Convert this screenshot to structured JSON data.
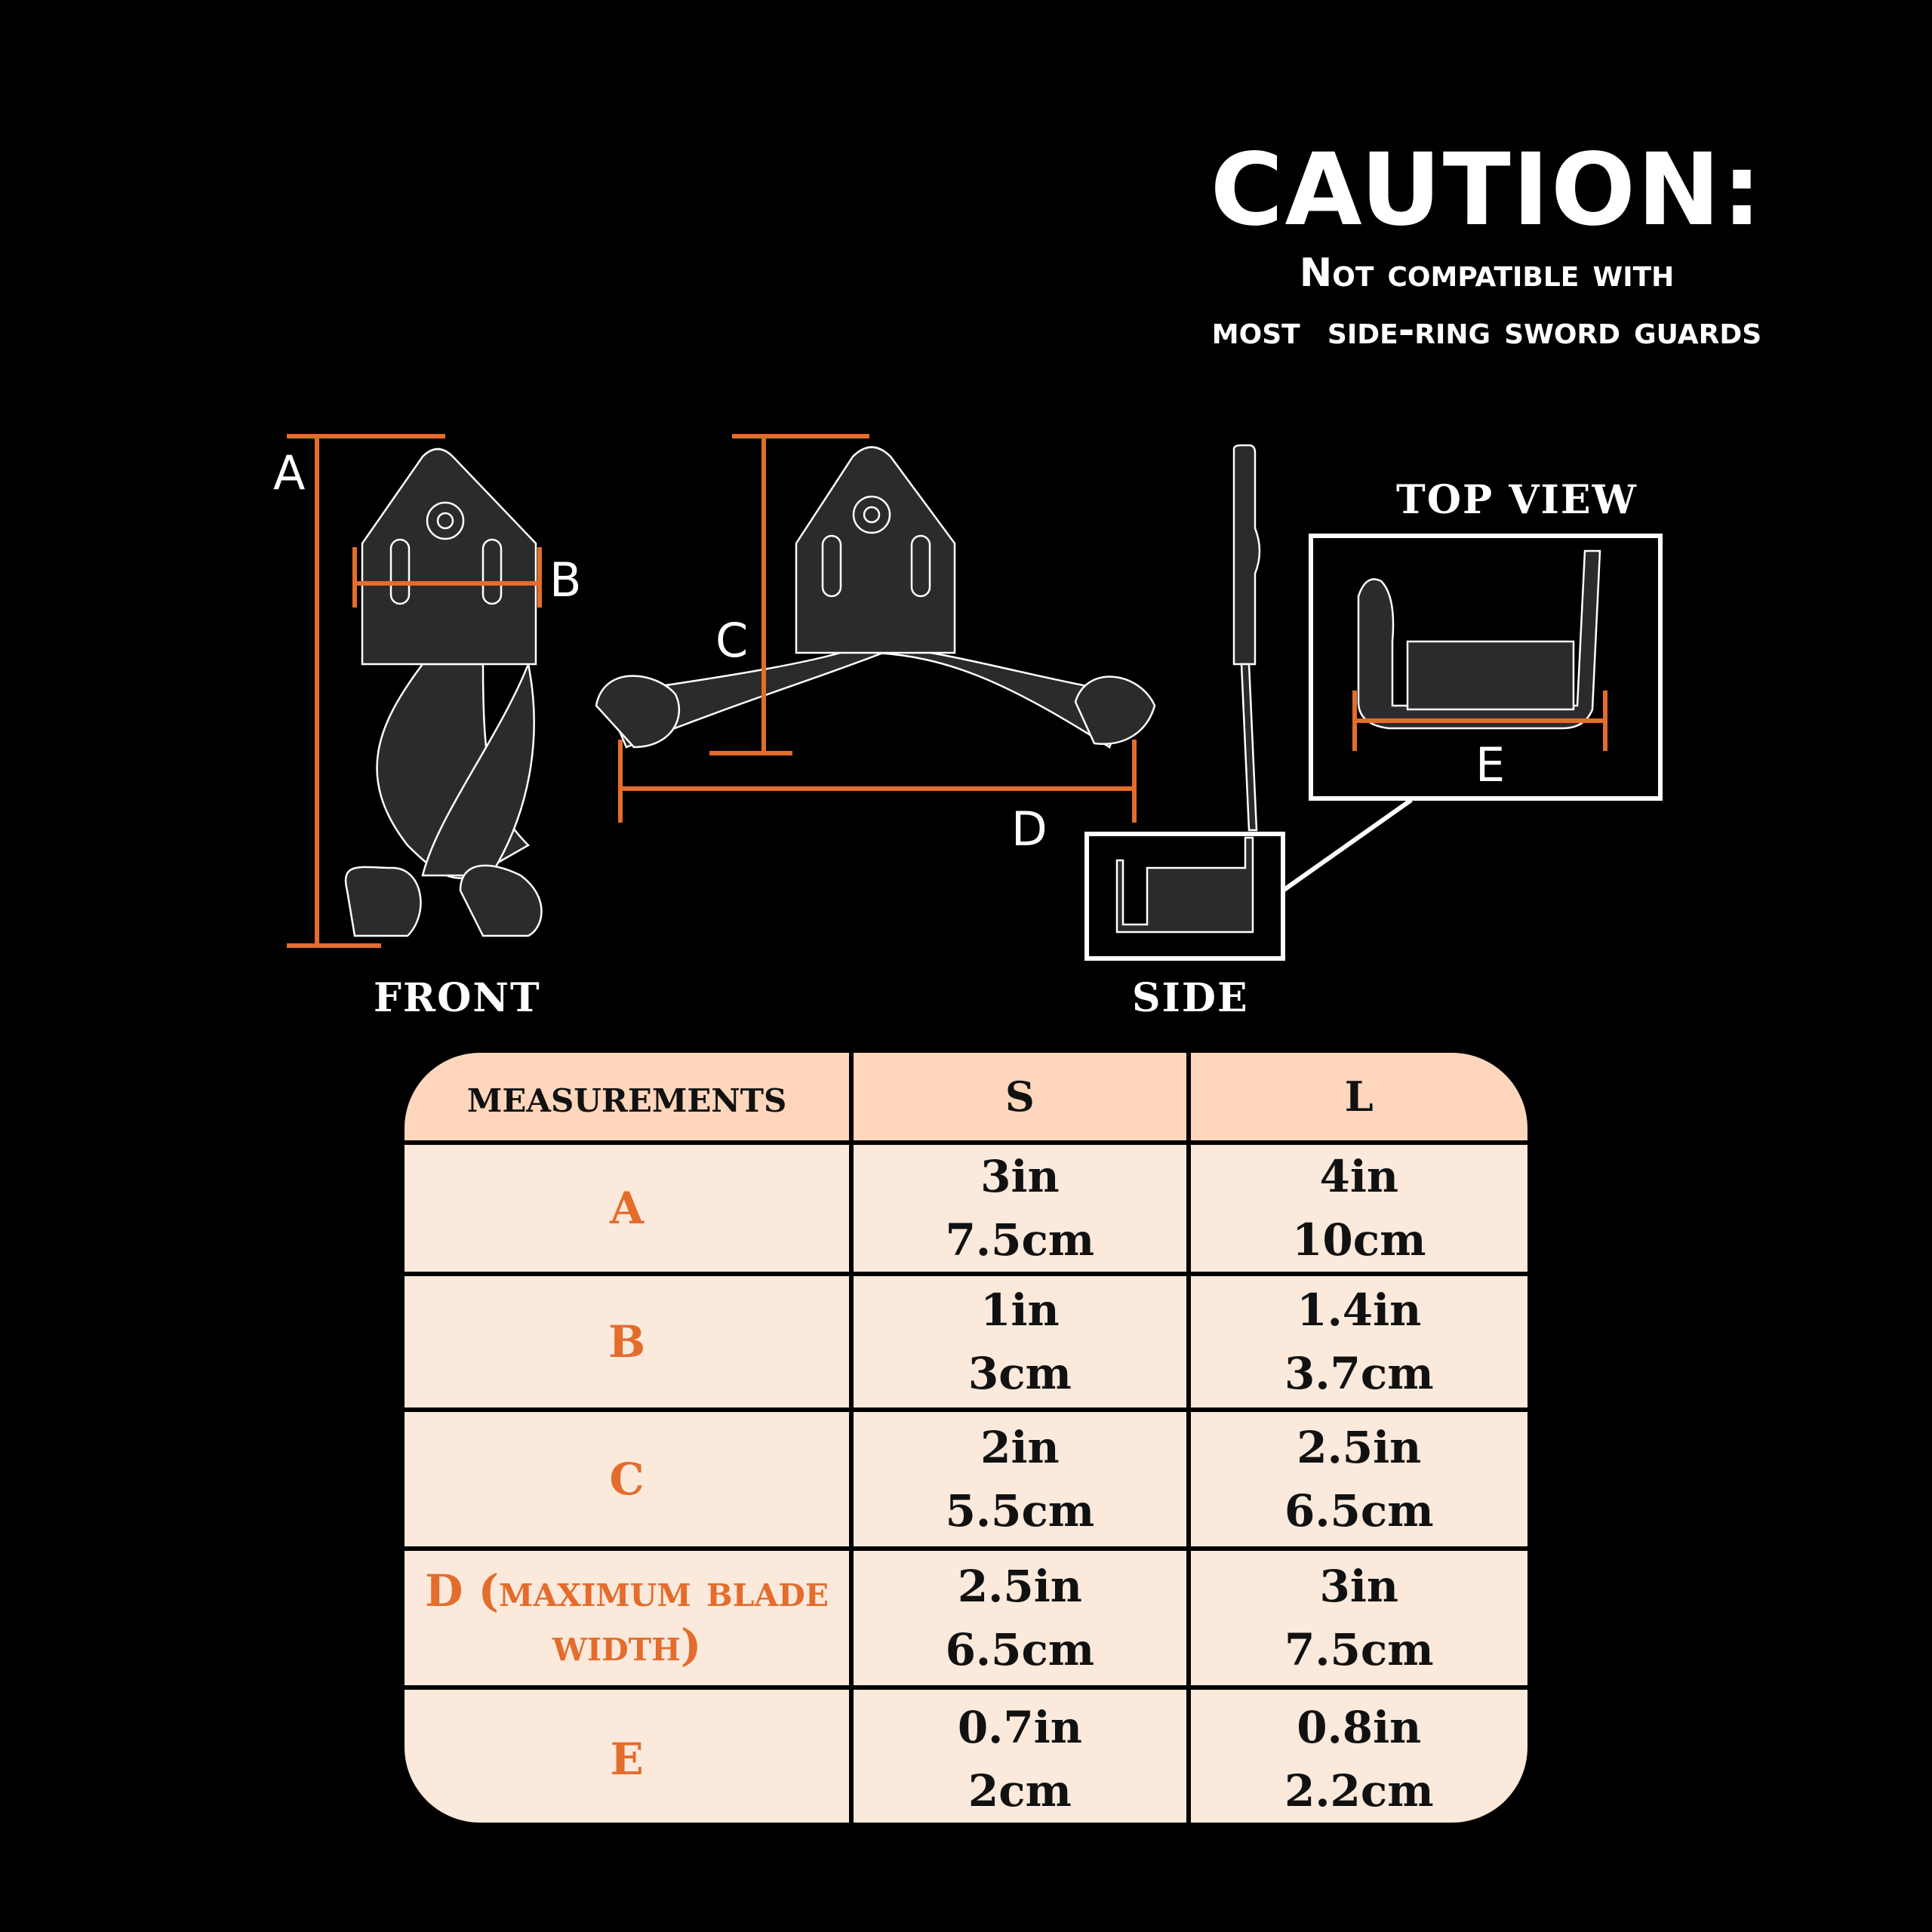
{
  "caution": {
    "title": "CAUTION:",
    "line1": "Not compatible with",
    "line2": "most  side-ring sword guards"
  },
  "diagram": {
    "labels": {
      "a": "A",
      "b": "B",
      "c": "C",
      "d": "D",
      "e": "E"
    },
    "views": {
      "front": "FRONT",
      "side": "SIDE",
      "top": "TOP VIEW"
    }
  },
  "colors": {
    "accent": "#e46c2c",
    "header_bg": "#fdd6bb",
    "cell_bg": "#fbe9db"
  },
  "table": {
    "headers": [
      "measurements",
      "S",
      "L"
    ],
    "rows": [
      {
        "label": "A",
        "s": [
          "3in",
          "7.5cm"
        ],
        "l": [
          "4in",
          "10cm"
        ]
      },
      {
        "label": "B",
        "s": [
          "1in",
          "3cm"
        ],
        "l": [
          "1.4in",
          "3.7cm"
        ]
      },
      {
        "label": "C",
        "s": [
          "2in",
          "5.5cm"
        ],
        "l": [
          "2.5in",
          "6.5cm"
        ]
      },
      {
        "label": "D (maximum blade width)",
        "s": [
          "2.5in",
          "6.5cm"
        ],
        "l": [
          "3in",
          "7.5cm"
        ]
      },
      {
        "label": "E",
        "s": [
          "0.7in",
          "2cm"
        ],
        "l": [
          "0.8in",
          "2.2cm"
        ]
      }
    ]
  }
}
